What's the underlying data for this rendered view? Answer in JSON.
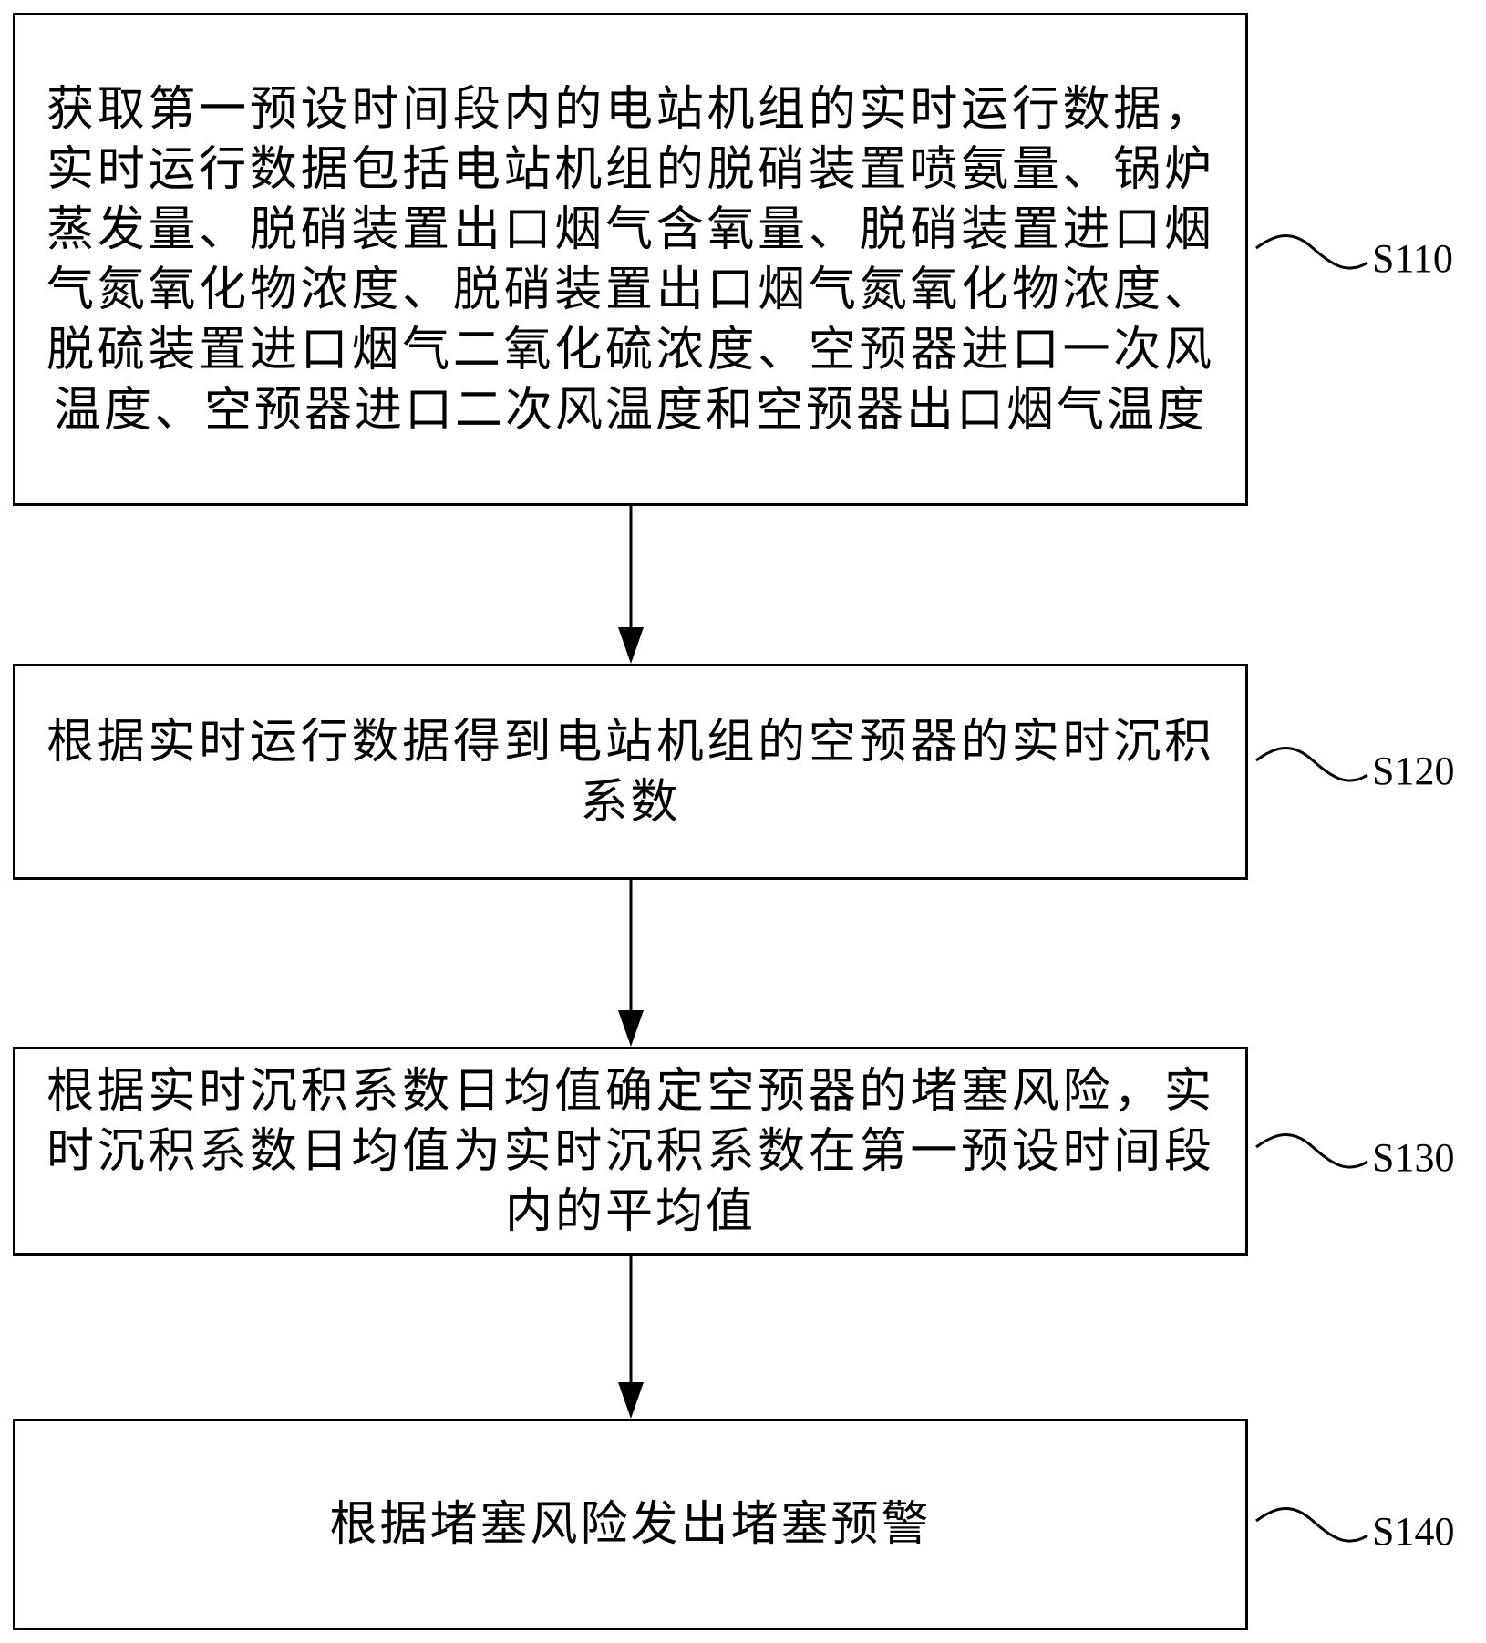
{
  "steps": [
    {
      "id": "S110",
      "label": "S110",
      "text": "获取第一预设时间段内的电站机组的实时运行数据，实时运行数据包括电站机组的脱硝装置喷氨量、锅炉蒸发量、脱硝装置出口烟气含氧量、脱硝装置进口烟气氮氧化物浓度、脱硝装置出口烟气氮氧化物浓度、脱硫装置进口烟气二氧化硫浓度、空预器进口一次风温度、空预器进口二次风温度和空预器出口烟气温度"
    },
    {
      "id": "S120",
      "label": "S120",
      "text": "根据实时运行数据得到电站机组的空预器的实时沉积系数"
    },
    {
      "id": "S130",
      "label": "S130",
      "text": "根据实时沉积系数日均值确定空预器的堵塞风险，实时沉积系数日均值为实时沉积系数在第一预设时间段内的平均值"
    },
    {
      "id": "S140",
      "label": "S140",
      "text": "根据堵塞风险发出堵塞预警"
    }
  ]
}
